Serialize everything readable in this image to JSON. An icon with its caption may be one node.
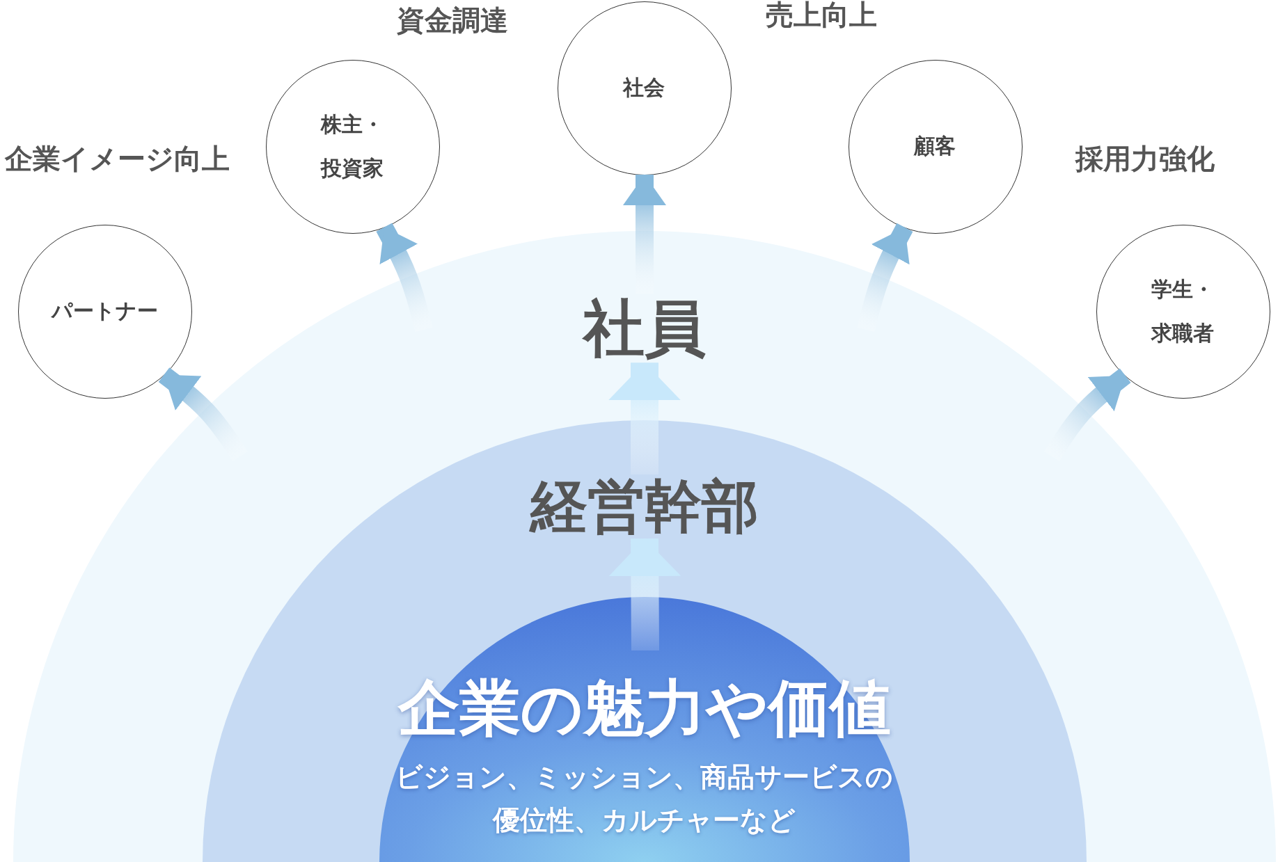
{
  "diagram": {
    "nodes": [
      {
        "text": [],
        "shape": "semicircle"
      },
      {
        "text": [
          "社員"
        ],
        "in": 0
      },
      {
        "text": [],
        "shape": "semicircle",
        "in": 0
      },
      {
        "text": [
          "経営幹部"
        ],
        "in": 2
      },
      {
        "text": [
          "企業の魅力や価値",
          "ビジョン、ミッション、商品サービスの優位性、カルチャーなど"
        ],
        "in": 2
      },
      {
        "text": [
          "パートナー"
        ],
        "beside": [
          "企業イメージ向上"
        ]
      },
      {
        "text": [
          "株主・投資家"
        ],
        "beside": [
          "資金調達"
        ]
      },
      {
        "text": [
          "社会"
        ]
      },
      {
        "text": [
          "顧客"
        ],
        "beside": [
          "売上向上"
        ]
      },
      {
        "text": [
          "学生・求職者"
        ],
        "beside": [
          "採用力強化"
        ]
      }
    ],
    "edges": [
      {
        "from": null,
        "to": 5,
        "arrow": "to"
      },
      {
        "from": null,
        "to": 6,
        "arrow": "to"
      },
      {
        "from": 1,
        "to": 7,
        "arrow": "to"
      },
      {
        "from": null,
        "to": 8,
        "arrow": "to"
      },
      {
        "from": null,
        "to": 9,
        "arrow": "to"
      },
      {
        "from": 3,
        "to": 1,
        "arrow": "to",
        "style": "thick",
        "color": "#c8e8fb"
      },
      {
        "from": 4,
        "to": 3,
        "arrow": "to",
        "style": "thick",
        "color": "#c8e8fb"
      }
    ]
  }
}
